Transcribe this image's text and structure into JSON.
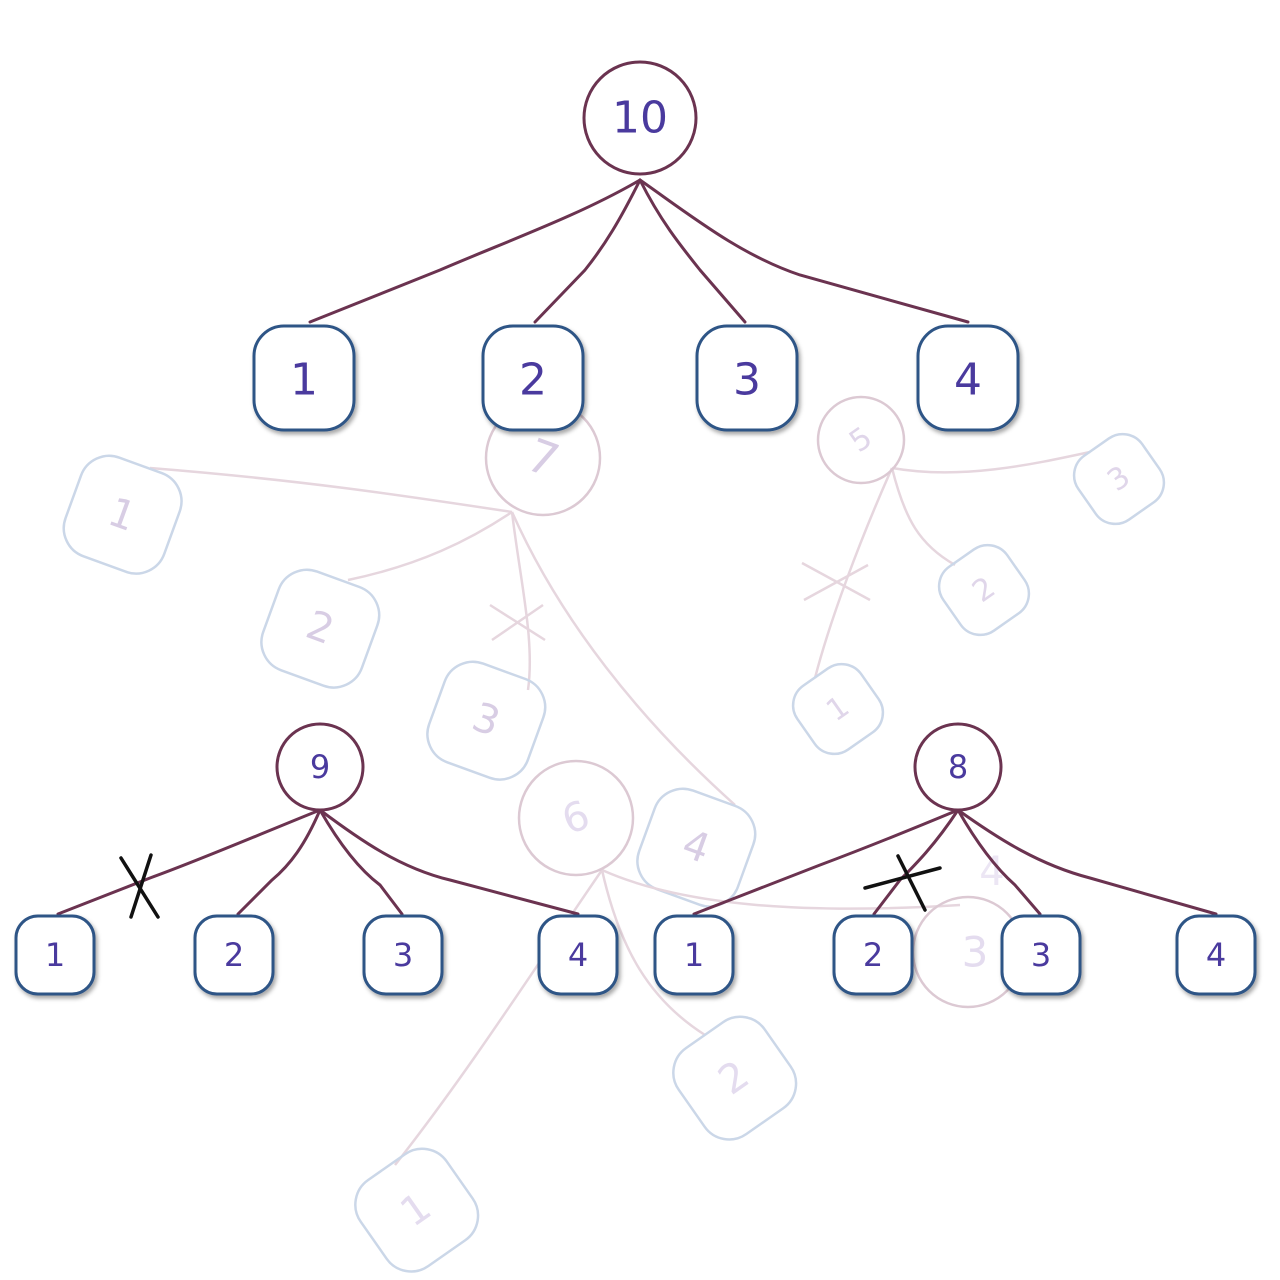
{
  "colors": {
    "node_text": "#4a3a9e",
    "circle_stroke": "#6b3350",
    "box_stroke": "#2e5486",
    "edge": "#6b3350",
    "cross": "#111111",
    "ghost_circle": "#dcc9d3",
    "ghost_box": "#cbd7e8",
    "ghost_text": "#c6b7d9"
  },
  "top_tree": {
    "root": "10",
    "children": [
      "1",
      "2",
      "3",
      "4"
    ]
  },
  "left_tree": {
    "root": "9",
    "children": [
      "1",
      "2",
      "3",
      "4"
    ],
    "crossed_child_index": 0
  },
  "right_tree": {
    "root": "8",
    "children": [
      "1",
      "2",
      "3",
      "4"
    ],
    "crossed_child_index": 1
  },
  "ghost_trees": [
    {
      "root": "7",
      "children": [
        "1",
        "2",
        "3",
        "4"
      ],
      "crossed_child_index": 2
    },
    {
      "root": "5",
      "children": [
        "1",
        "2",
        "3"
      ],
      "crossed_child_index": 0
    },
    {
      "root": "6",
      "children": [
        "1",
        "2",
        "3",
        "4"
      ]
    }
  ]
}
